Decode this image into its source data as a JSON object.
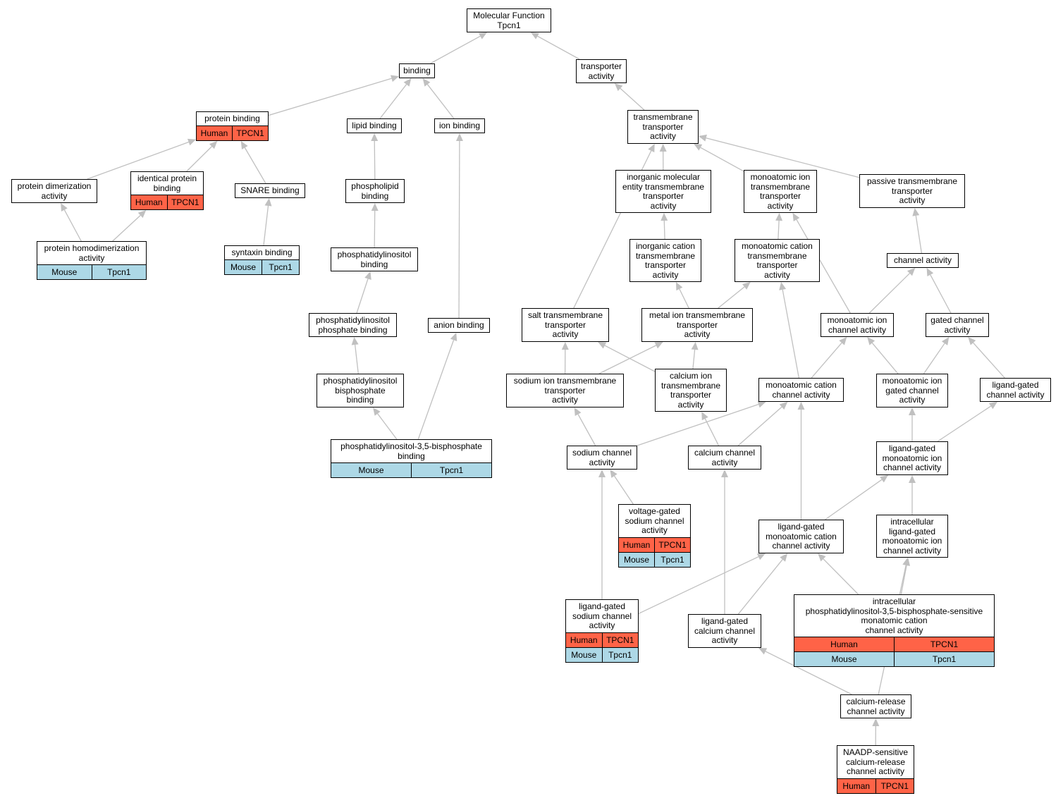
{
  "colors": {
    "human": "#ff6347",
    "mouse": "#add8e6",
    "edge": "#c0c0c0"
  },
  "nodes": [
    {
      "id": "mf",
      "label": "Molecular Function\nTpcn1"
    },
    {
      "id": "binding",
      "label": "binding"
    },
    {
      "id": "transporter",
      "label": "transporter\nactivity"
    },
    {
      "id": "protein_binding",
      "label": "protein binding",
      "rows": [
        {
          "species": "Human",
          "gene": "TPCN1"
        }
      ]
    },
    {
      "id": "lipid_binding",
      "label": "lipid binding"
    },
    {
      "id": "ion_binding",
      "label": "ion binding"
    },
    {
      "id": "tm_transporter",
      "label": "transmembrane\ntransporter\nactivity"
    },
    {
      "id": "protein_dimer",
      "label": "protein dimerization\nactivity"
    },
    {
      "id": "identical_protein",
      "label": "identical protein\nbinding",
      "rows": [
        {
          "species": "Human",
          "gene": "TPCN1"
        }
      ]
    },
    {
      "id": "snare",
      "label": "SNARE binding"
    },
    {
      "id": "phospholipid",
      "label": "phospholipid\nbinding"
    },
    {
      "id": "inorg_mol",
      "label": "inorganic molecular\nentity transmembrane\ntransporter\nactivity"
    },
    {
      "id": "monoion_tm",
      "label": "monoatomic ion\ntransmembrane\ntransporter\nactivity"
    },
    {
      "id": "passive_tm",
      "label": "passive transmembrane\ntransporter\nactivity"
    },
    {
      "id": "protein_homodimer",
      "label": "protein homodimerization\nactivity",
      "rows": [
        {
          "species": "Mouse",
          "gene": "Tpcn1"
        }
      ]
    },
    {
      "id": "syntaxin",
      "label": "syntaxin binding",
      "rows": [
        {
          "species": "Mouse",
          "gene": "Tpcn1"
        }
      ]
    },
    {
      "id": "ptdins_binding",
      "label": "phosphatidylinositol\nbinding"
    },
    {
      "id": "inorg_cation",
      "label": "inorganic cation\ntransmembrane\ntransporter\nactivity"
    },
    {
      "id": "monocation_tm",
      "label": "monoatomic cation\ntransmembrane\ntransporter\nactivity"
    },
    {
      "id": "channel",
      "label": "channel activity"
    },
    {
      "id": "ptdinsp",
      "label": "phosphatidylinositol\nphosphate binding"
    },
    {
      "id": "anion",
      "label": "anion binding"
    },
    {
      "id": "salt_tm",
      "label": "salt transmembrane\ntransporter\nactivity"
    },
    {
      "id": "metal_ion_tm",
      "label": "metal ion transmembrane\ntransporter\nactivity"
    },
    {
      "id": "monoion_channel",
      "label": "monoatomic ion\nchannel activity"
    },
    {
      "id": "gated_channel",
      "label": "gated channel\nactivity"
    },
    {
      "id": "ptdins_bisp",
      "label": "phosphatidylinositol\nbisphosphate\nbinding"
    },
    {
      "id": "sodium_tm",
      "label": "sodium ion transmembrane\ntransporter\nactivity"
    },
    {
      "id": "calcium_tm",
      "label": "calcium ion\ntransmembrane\ntransporter\nactivity"
    },
    {
      "id": "monocation_channel",
      "label": "monoatomic cation\nchannel activity"
    },
    {
      "id": "monoion_gated",
      "label": "monoatomic ion\ngated channel\nactivity"
    },
    {
      "id": "ligand_gated",
      "label": "ligand-gated\nchannel activity"
    },
    {
      "id": "ptdins35",
      "label": "phosphatidylinositol-3,5-bisphosphate\nbinding",
      "rows": [
        {
          "species": "Mouse",
          "gene": "Tpcn1"
        }
      ]
    },
    {
      "id": "sodium_channel",
      "label": "sodium channel\nactivity"
    },
    {
      "id": "calcium_channel",
      "label": "calcium channel\nactivity"
    },
    {
      "id": "lg_monoion",
      "label": "ligand-gated\nmonoatomic ion\nchannel activity"
    },
    {
      "id": "vg_sodium",
      "label": "voltage-gated\nsodium channel\nactivity",
      "rows": [
        {
          "species": "Human",
          "gene": "TPCN1"
        },
        {
          "species": "Mouse",
          "gene": "Tpcn1"
        }
      ]
    },
    {
      "id": "lg_monocation",
      "label": "ligand-gated\nmonoatomic cation\nchannel activity"
    },
    {
      "id": "intra_lg_monoion",
      "label": "intracellular\nligand-gated\nmonoatomic ion\nchannel activity"
    },
    {
      "id": "lg_sodium",
      "label": "ligand-gated\nsodium channel\nactivity",
      "rows": [
        {
          "species": "Human",
          "gene": "TPCN1"
        },
        {
          "species": "Mouse",
          "gene": "Tpcn1"
        }
      ]
    },
    {
      "id": "lg_calcium",
      "label": "ligand-gated\ncalcium channel\nactivity"
    },
    {
      "id": "intra_ptdins35",
      "label": "intracellular\nphosphatidylinositol-3,5-bisphosphate-sensitive\nmonatomic cation\nchannel activity",
      "rows": [
        {
          "species": "Human",
          "gene": "TPCN1"
        },
        {
          "species": "Mouse",
          "gene": "Tpcn1"
        }
      ]
    },
    {
      "id": "ca_release",
      "label": "calcium-release\nchannel activity"
    },
    {
      "id": "naadp",
      "label": "NAADP-sensitive\ncalcium-release\nchannel activity",
      "rows": [
        {
          "species": "Human",
          "gene": "TPCN1"
        }
      ]
    }
  ],
  "edges": [
    [
      "binding",
      "mf"
    ],
    [
      "transporter",
      "mf"
    ],
    [
      "protein_binding",
      "binding"
    ],
    [
      "lipid_binding",
      "binding"
    ],
    [
      "ion_binding",
      "binding"
    ],
    [
      "tm_transporter",
      "transporter"
    ],
    [
      "protein_dimer",
      "protein_binding"
    ],
    [
      "identical_protein",
      "protein_binding"
    ],
    [
      "snare",
      "protein_binding"
    ],
    [
      "phospholipid",
      "lipid_binding"
    ],
    [
      "inorg_mol",
      "tm_transporter"
    ],
    [
      "monoion_tm",
      "tm_transporter"
    ],
    [
      "passive_tm",
      "tm_transporter"
    ],
    [
      "salt_tm",
      "tm_transporter"
    ],
    [
      "protein_homodimer",
      "protein_dimer"
    ],
    [
      "protein_homodimer",
      "identical_protein"
    ],
    [
      "syntaxin",
      "snare"
    ],
    [
      "ptdins_binding",
      "phospholipid"
    ],
    [
      "inorg_cation",
      "inorg_mol"
    ],
    [
      "monocation_tm",
      "monoion_tm"
    ],
    [
      "channel",
      "passive_tm"
    ],
    [
      "ptdinsp",
      "ptdins_binding"
    ],
    [
      "anion",
      "ion_binding"
    ],
    [
      "metal_ion_tm",
      "inorg_cation"
    ],
    [
      "metal_ion_tm",
      "monocation_tm"
    ],
    [
      "monoion_channel",
      "monoion_tm"
    ],
    [
      "monoion_channel",
      "channel"
    ],
    [
      "gated_channel",
      "channel"
    ],
    [
      "ptdins_bisp",
      "ptdinsp"
    ],
    [
      "sodium_tm",
      "salt_tm"
    ],
    [
      "sodium_tm",
      "metal_ion_tm"
    ],
    [
      "calcium_tm",
      "salt_tm"
    ],
    [
      "calcium_tm",
      "metal_ion_tm"
    ],
    [
      "monocation_channel",
      "monocation_tm"
    ],
    [
      "monocation_channel",
      "monoion_channel"
    ],
    [
      "monoion_gated",
      "monoion_channel"
    ],
    [
      "monoion_gated",
      "gated_channel"
    ],
    [
      "ligand_gated",
      "gated_channel"
    ],
    [
      "ptdins35",
      "ptdins_bisp"
    ],
    [
      "ptdins35",
      "anion"
    ],
    [
      "sodium_channel",
      "sodium_tm"
    ],
    [
      "sodium_channel",
      "monocation_channel"
    ],
    [
      "calcium_channel",
      "calcium_tm"
    ],
    [
      "calcium_channel",
      "monocation_channel"
    ],
    [
      "lg_monoion",
      "monoion_gated"
    ],
    [
      "lg_monoion",
      "ligand_gated"
    ],
    [
      "vg_sodium",
      "sodium_channel"
    ],
    [
      "lg_monocation",
      "monocation_channel"
    ],
    [
      "lg_monocation",
      "lg_monoion"
    ],
    [
      "intra_lg_monoion",
      "lg_monoion"
    ],
    [
      "lg_sodium",
      "sodium_channel"
    ],
    [
      "lg_sodium",
      "lg_monocation"
    ],
    [
      "lg_calcium",
      "calcium_channel"
    ],
    [
      "lg_calcium",
      "lg_monocation"
    ],
    [
      "intra_ptdins35",
      "lg_monocation"
    ],
    [
      "intra_ptdins35",
      "intra_lg_monoion"
    ],
    [
      "ca_release",
      "lg_calcium"
    ],
    [
      "ca_release",
      "intra_lg_monoion"
    ],
    [
      "naadp",
      "ca_release"
    ]
  ]
}
